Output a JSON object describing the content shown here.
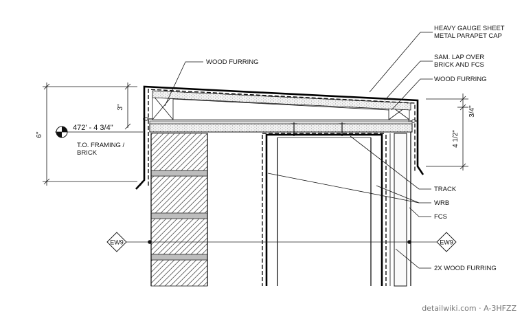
{
  "labels": {
    "parapet_cap_1": "HEAVY GAUGE  SHEET",
    "parapet_cap_2": "METAL PARAPET CAP",
    "sam_lap_1": "SAM. LAP OVER",
    "sam_lap_2": "BRICK AND FCS",
    "wood_furring_right": "WOOD FURRING",
    "wood_furring_left": "WOOD FURRING",
    "track": "TRACK",
    "wrb": "WRB",
    "fcs": "FCS",
    "wood_furring_2x": "2X WOOD FURRING"
  },
  "elevation": {
    "value": "472' - 4 3/4\"",
    "name_1": "T.O. FRAMING  /",
    "name_2": "BRICK"
  },
  "dimensions": {
    "left_outer": "6\"",
    "left_inner": "3\"",
    "right_small": "3/4\"",
    "right_large": "4 1/2\""
  },
  "grid_tags": {
    "left": "EW9",
    "right": "EW9"
  },
  "watermark": "detailwiki.com · A-3HFZZ"
}
